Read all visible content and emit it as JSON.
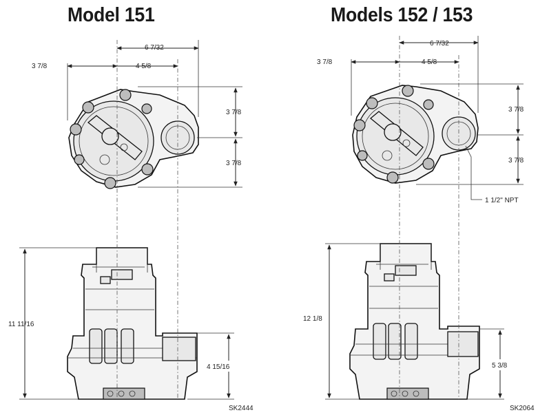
{
  "titles": {
    "left": "Model 151",
    "right": "Models 152 / 153"
  },
  "model151": {
    "dim_overall_width": "6 7/32",
    "dim_left": "3 7/8",
    "dim_center_to_discharge": "4 5/8",
    "dim_top_right": "3 7/8",
    "dim_bottom_right": "3 7/8",
    "dim_height": "11 11/16",
    "dim_discharge_height": "4 15/16",
    "drawing_number": "SK2444"
  },
  "model152": {
    "dim_overall_width": "6 7/32",
    "dim_left": "3 7/8",
    "dim_center_to_discharge": "4 5/8",
    "dim_top_right": "3 7/8",
    "dim_bottom_right": "3 7/8",
    "discharge_label": "1 1/2\" NPT",
    "dim_height": "12 1/8",
    "dim_discharge_height": "5 3/8",
    "drawing_number": "SK2064"
  }
}
